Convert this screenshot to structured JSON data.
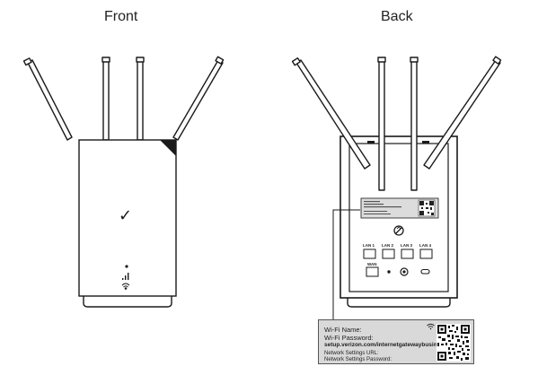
{
  "titles": {
    "front": "Front",
    "back": "Back"
  },
  "front": {
    "logo_glyph": "✓",
    "logo_icon": "verizon-check-icon",
    "status_icons": [
      "power-dot-icon",
      "signal-bars-icon",
      "wifi-icon"
    ]
  },
  "back": {
    "ports": [
      "LAN 1",
      "LAN 2",
      "LAN 3",
      "LAN 4"
    ],
    "wan_label": "WAN",
    "icons": [
      "no-fly-zone-icon",
      "reset-button-icon",
      "power-button-icon",
      "usb-c-port-icon"
    ]
  },
  "label_callout": {
    "wifi_name": "Wi-Fi Name:",
    "wifi_password": "Wi-Fi Password:",
    "setup_url": "setup.verizon.com/internetgatewaybusiness",
    "network_settings_url": "Network Settings URL:",
    "network_settings_password": "Network Settings Password:",
    "icons": [
      "wifi-icon",
      "qr-code-icon"
    ]
  },
  "colors": {
    "outline": "#1a1a1a",
    "label_bg": "#d9d9d9",
    "back_frame": "#2a2a2a"
  }
}
